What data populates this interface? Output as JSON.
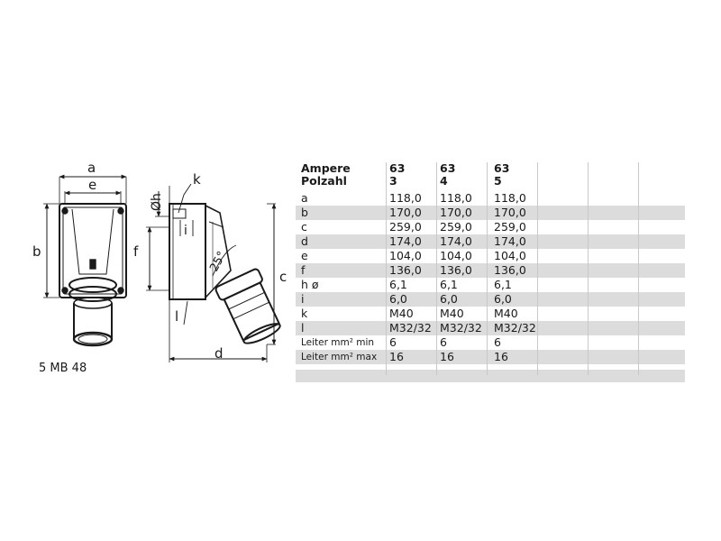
{
  "drawing": {
    "labels": {
      "a": "a",
      "e": "e",
      "b": "b",
      "h": "Øh",
      "k": "k",
      "i": "i",
      "f": "f",
      "l": "l",
      "d": "d",
      "c": "c",
      "angle": "25°"
    },
    "model": "5 MB 48"
  },
  "table": {
    "header": {
      "label_1": "Ampere",
      "label_2": "Polzahl",
      "columns": [
        {
          "ampere": "63",
          "poles": "3"
        },
        {
          "ampere": "63",
          "poles": "4"
        },
        {
          "ampere": "63",
          "poles": "5"
        }
      ]
    },
    "rows": [
      {
        "label": "a",
        "values": [
          "118,0",
          "118,0",
          "118,0"
        ]
      },
      {
        "label": "b",
        "values": [
          "170,0",
          "170,0",
          "170,0"
        ]
      },
      {
        "label": "c",
        "values": [
          "259,0",
          "259,0",
          "259,0"
        ]
      },
      {
        "label": "d",
        "values": [
          "174,0",
          "174,0",
          "174,0"
        ]
      },
      {
        "label": "e",
        "values": [
          "104,0",
          "104,0",
          "104,0"
        ]
      },
      {
        "label": "f",
        "values": [
          "136,0",
          "136,0",
          "136,0"
        ]
      },
      {
        "label": "h ø",
        "values": [
          "6,1",
          "6,1",
          "6,1"
        ]
      },
      {
        "label": "i",
        "values": [
          "6,0",
          "6,0",
          "6,0"
        ]
      },
      {
        "label": "k",
        "values": [
          "M40",
          "M40",
          "M40"
        ]
      },
      {
        "label": "l",
        "values": [
          "M32/32",
          "M32/32",
          "M32/32"
        ]
      },
      {
        "label": "Leiter mm² min",
        "values": [
          "6",
          "6",
          "6"
        ]
      },
      {
        "label": "Leiter mm² max",
        "values": [
          "16",
          "16",
          "16"
        ]
      }
    ]
  }
}
